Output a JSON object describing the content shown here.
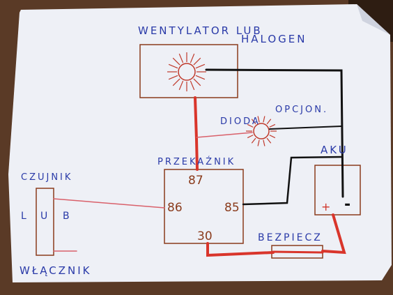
{
  "colors": {
    "background": "#5a3a26",
    "paper": "#eef0f6",
    "box_brown": "#8a3b1c",
    "wire_red": "#d9352b",
    "wire_pink": "#d9606a",
    "wire_black": "#111111",
    "label_blue": "#2a3aa8"
  },
  "labels": {
    "fan_title": "WENTYLATOR LUB",
    "halogen": "HALOGEN",
    "diode": "DIODA",
    "optional": "OPCJON.",
    "relay": "PRZEKAŹNIK",
    "battery": "AKU",
    "sensor": "CZUJNIK",
    "or": "LUB",
    "switch": "WŁĄCZNIK",
    "fuse": "BEZPIECZ"
  },
  "relay_pins": {
    "p87": "87",
    "p86": "86",
    "p85": "85",
    "p30": "30"
  },
  "battery_terminals": {
    "plus": "+",
    "minus": "-"
  },
  "switch_letters": {
    "l": "L",
    "u": "U",
    "b": "B"
  },
  "icons": {
    "fan": "sun-burst-icon",
    "diode": "sun-burst-icon"
  }
}
